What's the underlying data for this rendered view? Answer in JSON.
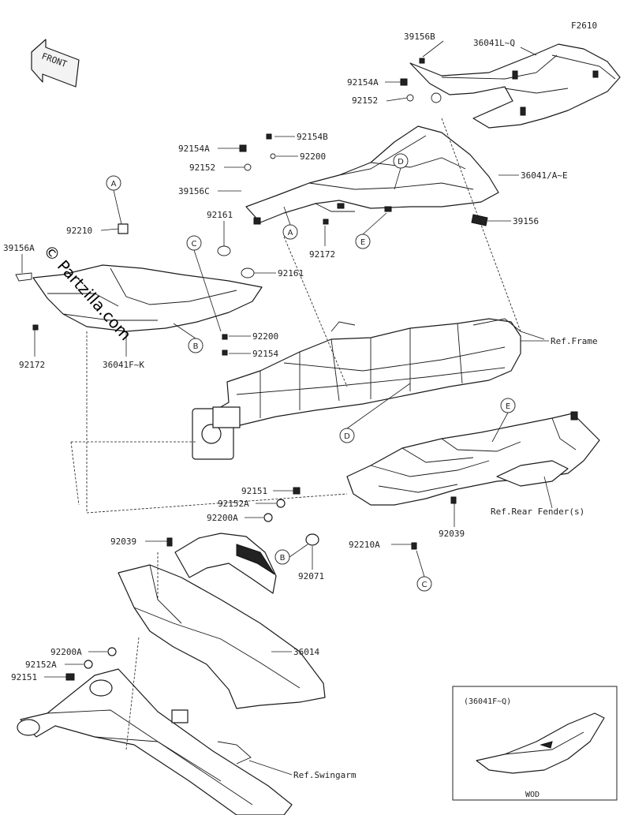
{
  "diagram_code": "F2610",
  "front_label": "FRONT",
  "watermark": "© Partzilla.com",
  "inset": {
    "title": "(36041F~Q)",
    "footer": "WOD"
  },
  "part_labels": {
    "p39156B": "39156B",
    "p36041LQ": "36041L~Q",
    "p92154A_top": "92154A",
    "p92152_top": "92152",
    "p92154B": "92154B",
    "p92154A_mid": "92154A",
    "p92200_mid": "92200",
    "p92152_mid": "92152",
    "p36041AE": "36041/A~E",
    "p39156C": "39156C",
    "p92161_a": "92161",
    "p92210": "92210",
    "p39156A": "39156A",
    "p39156": "39156",
    "p92172_right": "92172",
    "p92161_b": "92161",
    "p92200_low": "92200",
    "p92154": "92154",
    "p92172_left": "92172",
    "p36041FK": "36041F~K",
    "pRefFrame": "Ref.Frame",
    "p92151_mid": "92151",
    "p92152A_mid": "92152A",
    "p92200A_mid": "92200A",
    "p92039_left": "92039",
    "p92039_right": "92039",
    "pRefRearFender": "Ref.Rear Fender(s)",
    "p92210A": "92210A",
    "p92071": "92071",
    "p92200A_low": "92200A",
    "p36014": "36014",
    "p92152A_low": "92152A",
    "p92151_low": "92151",
    "pRefSwingarm": "Ref.Swingarm"
  },
  "callouts": {
    "A1": "A",
    "A2": "A",
    "B1": "B",
    "B2": "B",
    "C1": "C",
    "C2": "C",
    "D1": "D",
    "D2": "D",
    "E1": "E",
    "E2": "E"
  }
}
